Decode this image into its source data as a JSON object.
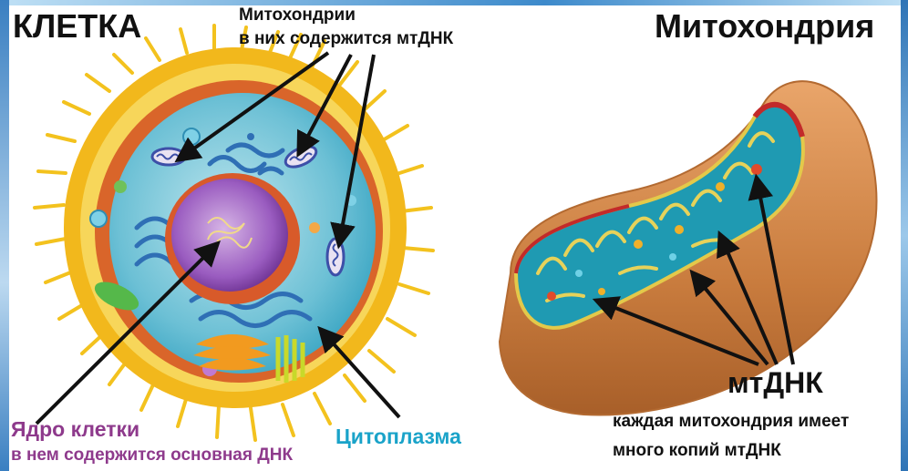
{
  "labels": {
    "cell_title": "КЛЕТКА",
    "mito_note_line1": "Митохондрии",
    "mito_note_line2": "в них содержится мтДНК",
    "mito_title": "Митохондрия",
    "nucleus_line1": "Ядро клетки",
    "nucleus_line2": "в нем содержится  основная ДНК",
    "cytoplasm": "Цитоплазма",
    "mtdna": "мтДНК",
    "mtdna_note_line1": "каждая митохондрия имеет",
    "mtdna_note_line2": "много копий мтДНК"
  },
  "colors": {
    "frame_blue": "#3a7fc1",
    "membrane_outer": "#f2b81c",
    "membrane_inner": "#e07a23",
    "cytoplasm": "#5fb7cf",
    "nucleus": "#8c4fb0",
    "mito_shell": "#d48a4b",
    "mito_matrix": "#1f9ab2",
    "nucleus_label": "#8e3a8c",
    "cytoplasm_label": "#1aa3c9"
  }
}
